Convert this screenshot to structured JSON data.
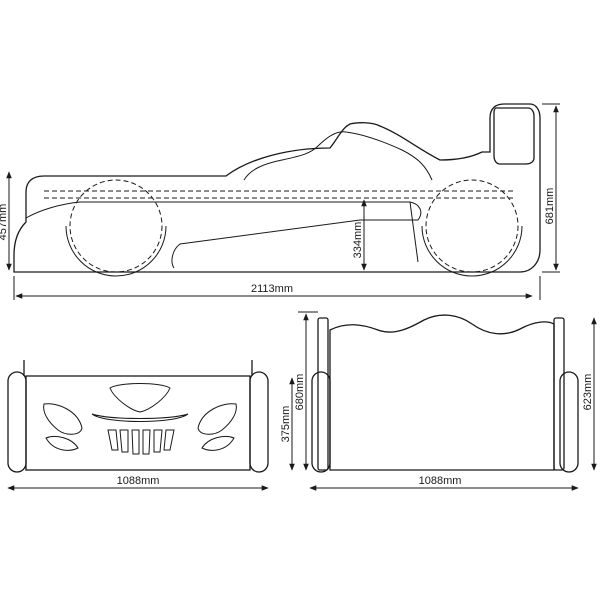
{
  "views": {
    "side": {
      "length": "2113mm",
      "side_height": "457mm",
      "mattress_height": "334mm",
      "total_height": "681mm"
    },
    "front": {
      "width": "1088mm",
      "panel_height": "375mm",
      "total_height": "680mm"
    },
    "rear": {
      "width": "1088mm",
      "panel_height": "623mm"
    }
  },
  "colors": {
    "line": "#1a1a1a",
    "background": "#ffffff"
  }
}
